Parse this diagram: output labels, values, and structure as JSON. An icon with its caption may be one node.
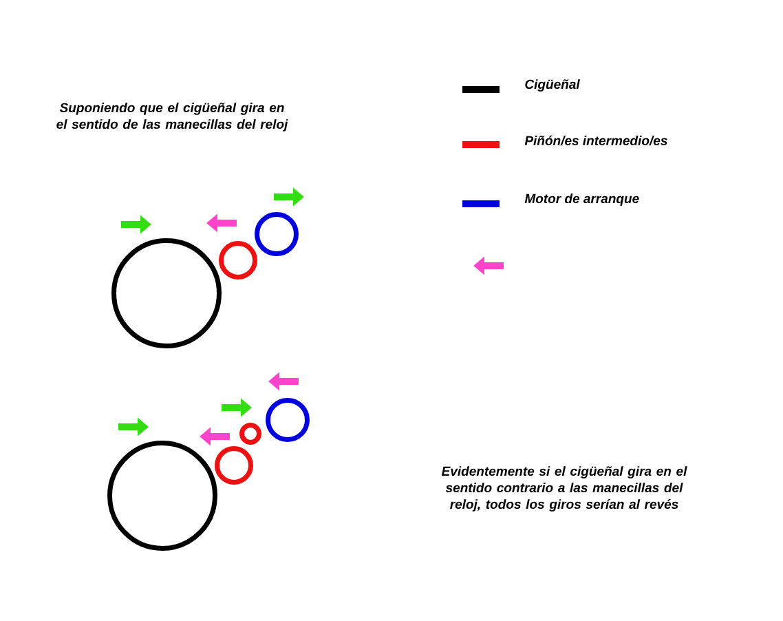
{
  "diagram": {
    "nodes": [
      {
        "text": [],
        "shape": "circle"
      },
      {
        "text": [],
        "shape": "circle"
      },
      {
        "text": [],
        "shape": "circle"
      },
      {
        "text": [],
        "shape": "circle"
      },
      {
        "text": [],
        "shape": "circle"
      },
      {
        "text": [],
        "shape": "circle"
      },
      {
        "text": [],
        "shape": "circle"
      }
    ],
    "edges": [],
    "labels": [
      "Suponiendo que el cigüeñal gira en el sentido de las manecillas del reloj",
      "Evidentemente si el cigüeñal gira en el sentido contrario a las manecillas del reloj, todos los giros serían al revés"
    ],
    "legend": [
      {
        "text": "Cigüeñal",
        "color": "#000000"
      },
      {
        "text": "Piñón/es intermedio/es",
        "color": "#ee1111"
      },
      {
        "text": "Motor de arranque",
        "color": "#0000dd"
      }
    ]
  }
}
